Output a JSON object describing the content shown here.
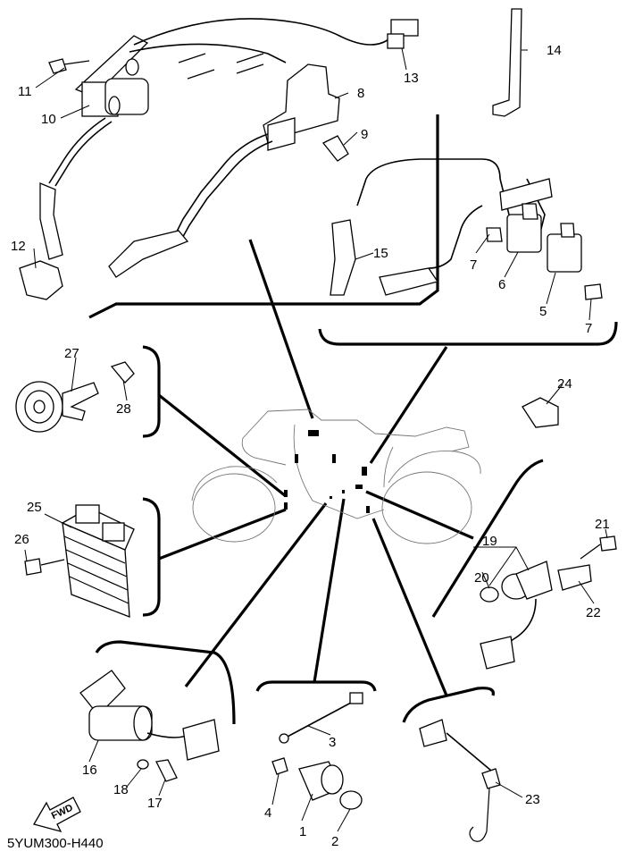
{
  "drawing_code": "5YUM300-H440",
  "fwd_label": "FWD",
  "callouts": [
    "1",
    "2",
    "3",
    "4",
    "5",
    "6",
    "7",
    "7",
    "8",
    "9",
    "10",
    "11",
    "12",
    "13",
    "14",
    "15",
    "16",
    "17",
    "18",
    "19",
    "20",
    "21",
    "22",
    "23",
    "24",
    "25",
    "26",
    "27",
    "28"
  ]
}
